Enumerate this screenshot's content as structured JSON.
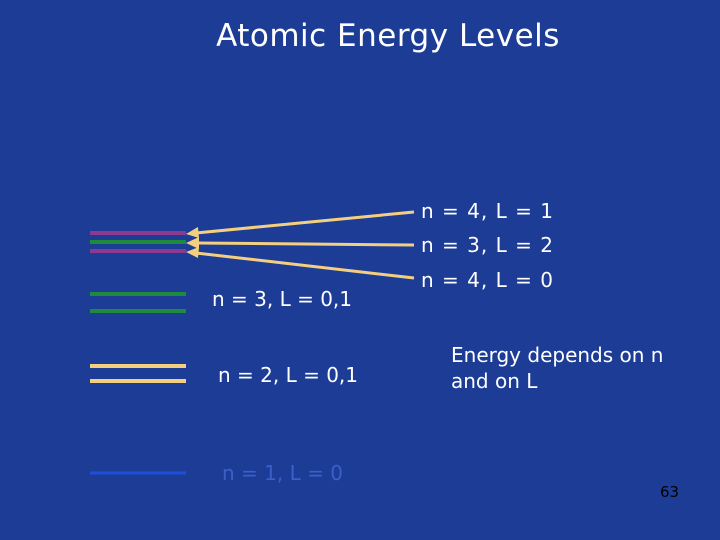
{
  "slide": {
    "title": "Atomic Energy Levels",
    "page_number": "63",
    "note": "Energy depends on n and on L"
  },
  "levels": [
    {
      "label": "n = 1, L = 0",
      "color": "#1e4fd8",
      "label_color": "#3d5fc9"
    },
    {
      "label": "n = 2, L = 0,1",
      "color": "#f5cf80"
    },
    {
      "label": "n = 3, L = 0,1",
      "color": "#1f8a3c"
    }
  ],
  "split_levels": [
    {
      "label": "n = 4, L = 1",
      "color": "#8b3a8f"
    },
    {
      "label": "n = 3, L = 2",
      "color": "#1f8a3c"
    },
    {
      "label": "n = 4, L = 0",
      "color": "#8b3a8f"
    }
  ],
  "colors": {
    "background": "#1c3c96",
    "arrow": "#f5cf80",
    "text": "#ffffff"
  }
}
